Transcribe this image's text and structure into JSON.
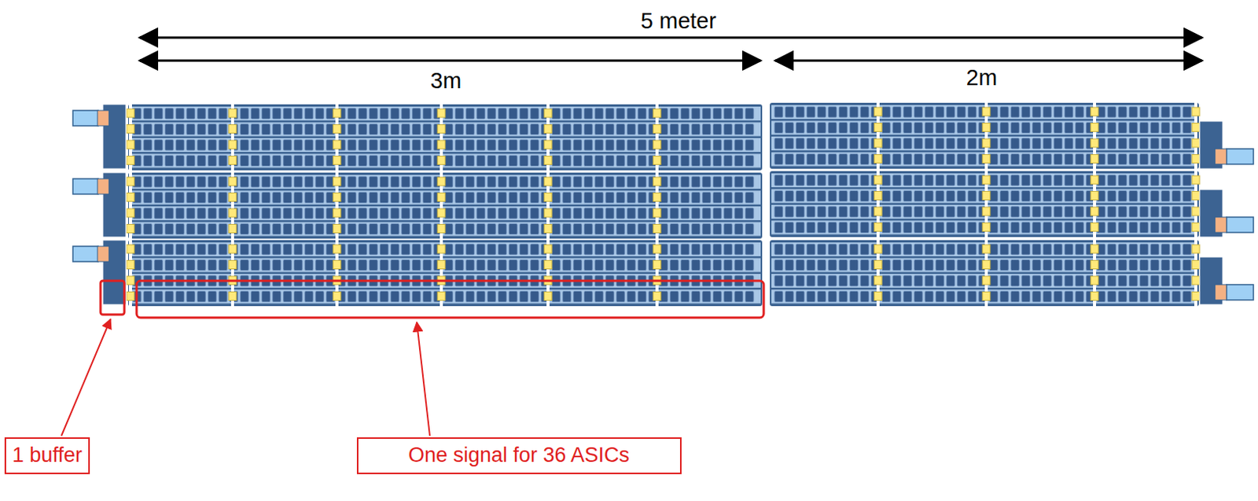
{
  "diagram": {
    "nodes": [
      {
        "text": [
          "1 buffer"
        ]
      },
      {
        "text": [
          "One signal for 36 ASICs"
        ]
      }
    ],
    "labels": [
      "5 meter",
      "3m",
      "2m"
    ]
  }
}
